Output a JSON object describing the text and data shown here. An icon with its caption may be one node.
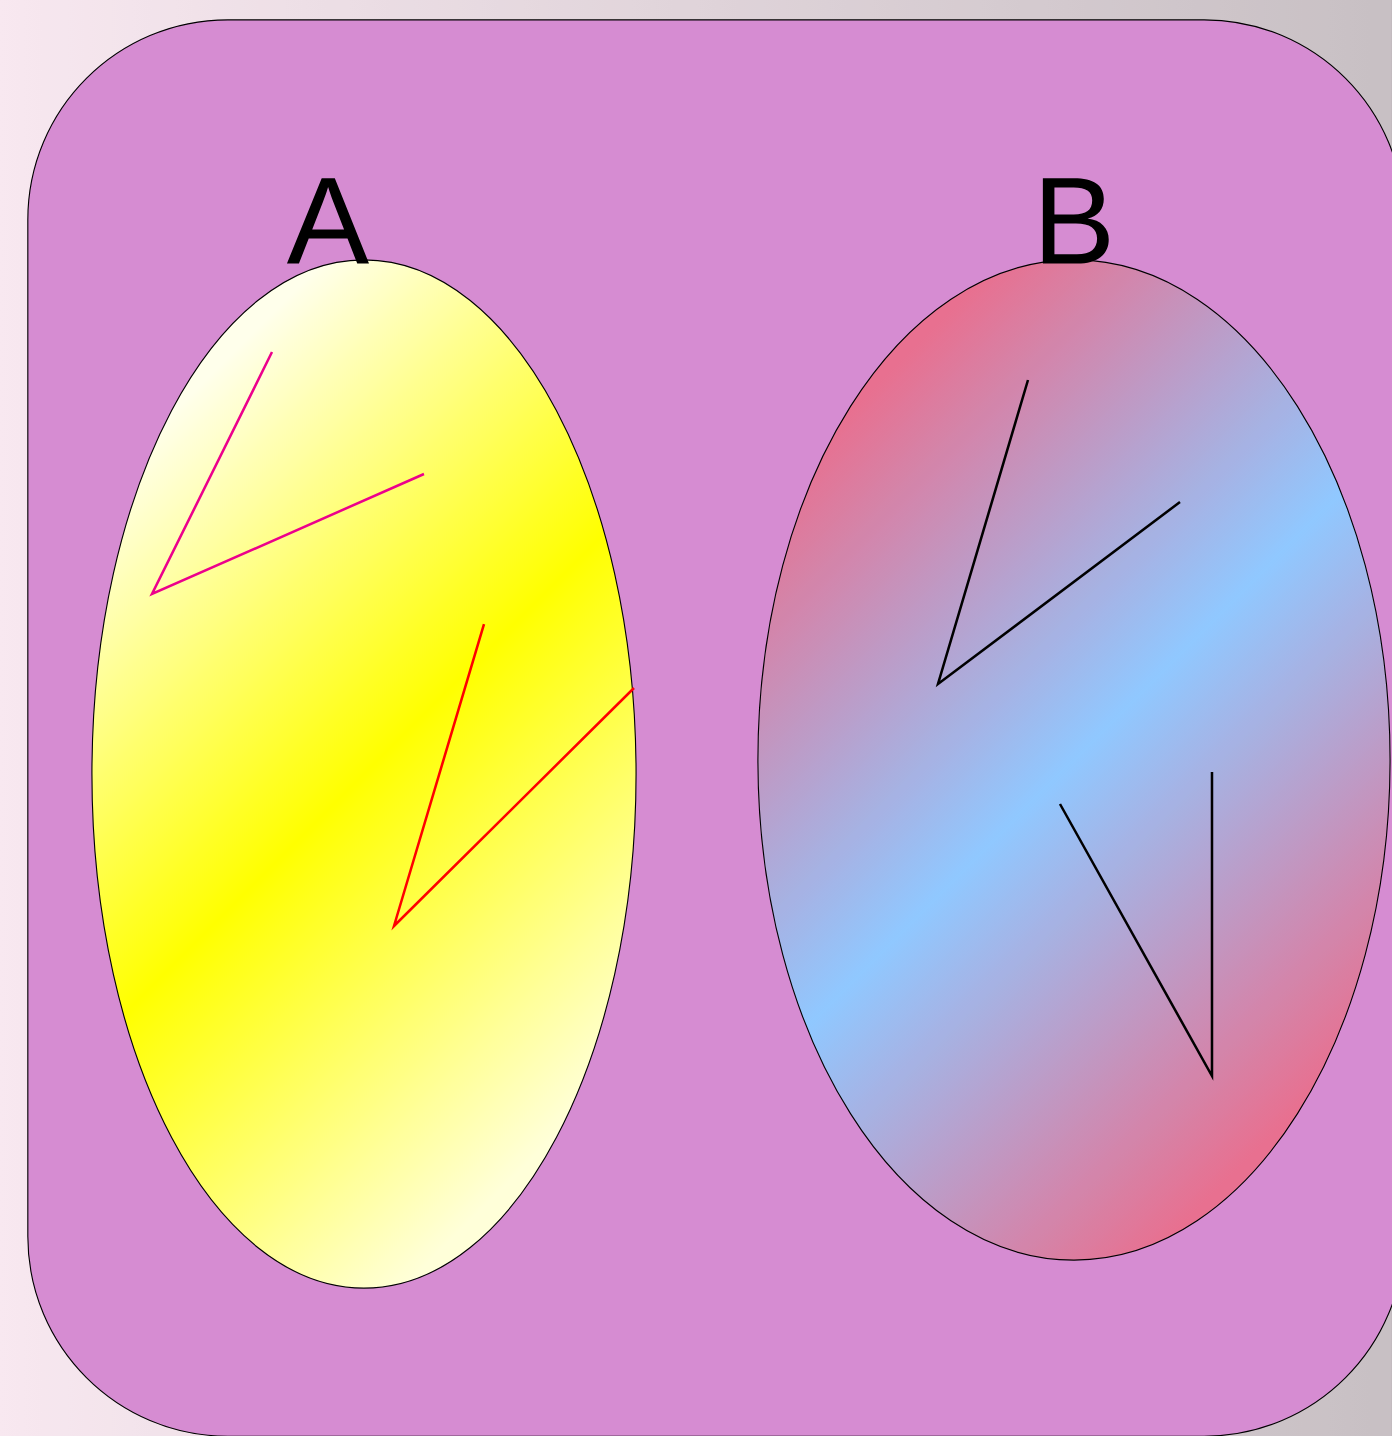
{
  "diagram": {
    "nodes": [
      {
        "text": [],
        "shape": "box"
      },
      {
        "text": [
          "A"
        ],
        "in": 0
      },
      {
        "text": [
          "B"
        ],
        "in": 0
      }
    ]
  }
}
